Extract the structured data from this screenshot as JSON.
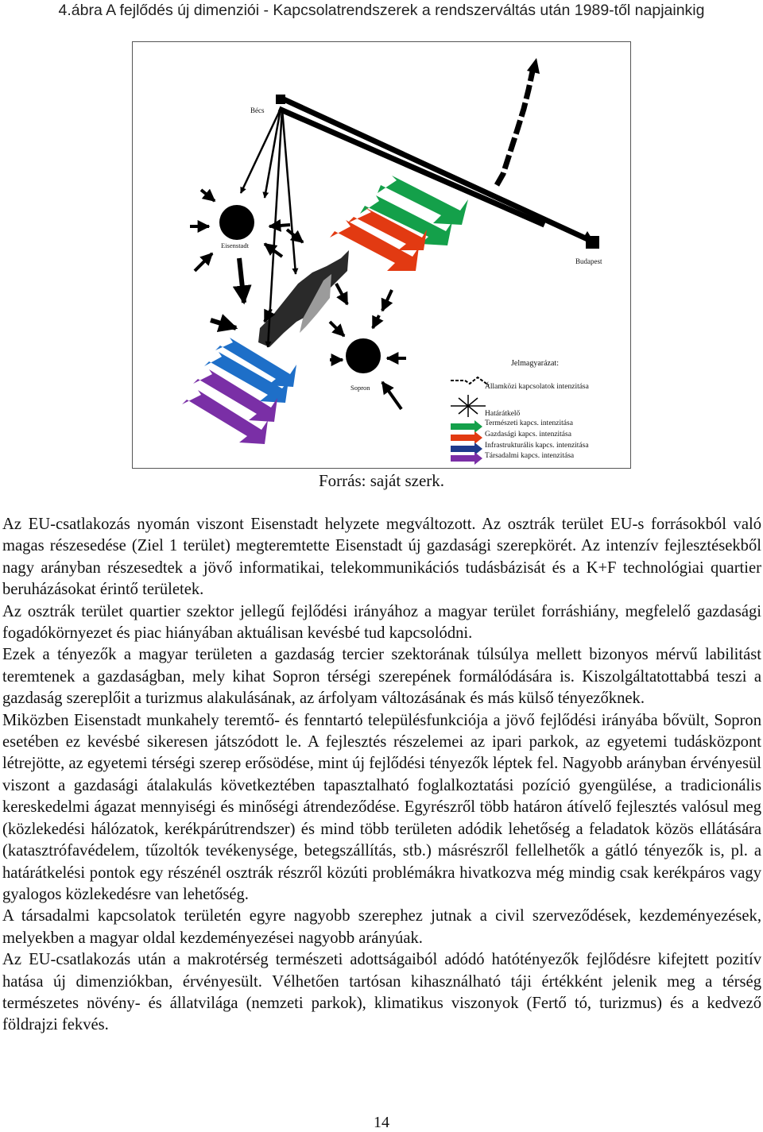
{
  "document": {
    "figure_title": "4.ábra A fejlődés új dimenziói - Kapcsolatrendszerek a rendszerváltás után 1989-től napjainkig",
    "caption": "Forrás: saját szerk.",
    "page_number": "14"
  },
  "figure": {
    "labels": {
      "becs": "Bécs",
      "eisenstadt": "Eisenstadt",
      "sopron": "Sopron",
      "budapest": "Budapest"
    },
    "legend": {
      "title": "Jelmagyarázat:",
      "state_relations": "Államközi kapcsolatok intenzitása",
      "border_crossing": "Határátkelő",
      "natural": "Természeti kapcs. intenzitása",
      "economic": "Gazdasági kapcs. intenzitása",
      "infrastructure": "Infrastrukturális kapcs. intenzitása",
      "social": "Társadalmi kapcs. intenzitása"
    },
    "colors": {
      "natural": "#14a04a",
      "economic": "#e23a12",
      "infrastructure": "#1e6fc8",
      "social": "#7a2fa6",
      "state": "#000000"
    }
  },
  "paragraphs": [
    "Az EU-csatlakozás nyomán viszont Eisenstadt helyzete megváltozott. Az osztrák terület EU-s forrásokból való magas részesedése (Ziel 1 terület) megteremtette Eisenstadt új gazdasági szerepkörét. Az intenzív fejlesztésekből nagy arányban részesedtek a jövő informatikai, telekommunikációs tudásbázisát és a K+F technológiai quartier beruházásokat érintő területek.",
    "Az osztrák terület quartier szektor jellegű fejlődési irányához a magyar terület forráshiány, megfelelő gazdasági fogadókörnyezet és piac hiányában aktuálisan kevésbé tud kapcsolódni.",
    "Ezek a tényezők a magyar területen a gazdaság tercier szektorának túlsúlya mellett bizonyos mérvű labilitást teremtenek a gazdaságban, mely kihat Sopron térségi szerepének formálódására is. Kiszolgáltatottabbá teszi a gazdaság szereplőit a turizmus alakulásának, az árfolyam változásának és más külső tényezőknek.",
    "Miközben Eisenstadt munkahely teremtő- és fenntartó településfunkciója a jövő fejlődési irányába bővült, Sopron esetében ez kevésbé sikeresen játszódott le. A fejlesztés részelemei az ipari parkok, az egyetemi tudásközpont létrejötte, az egyetemi térségi szerep erősödése, mint új fejlődési tényezők léptek fel. Nagyobb arányban érvényesül viszont a gazdasági átalakulás következtében tapasztalható foglalkoztatási pozíció gyengülése, a tradicionális kereskedelmi ágazat mennyiségi és minőségi átrendeződése. Egyrészről több határon átívelő fejlesztés valósul meg (közlekedési hálózatok, kerékpárútrendszer) és mind több területen adódik lehetőség a feladatok közös ellátására (katasztrófavédelem, tűzoltók tevékenysége, betegszállítás, stb.) másrészről fellelhetők a gátló tényezők is, pl. a határátkelési pontok egy részénél osztrák részről közúti problémákra hivatkozva még mindig csak kerékpáros vagy gyalogos közlekedésre van lehetőség.",
    "A társadalmi kapcsolatok területén egyre nagyobb szerephez jutnak a civil szerveződések, kezdeményezések, melyekben a magyar oldal kezdeményezései nagyobb arányúak.",
    "Az EU-csatlakozás után a makrotérség természeti adottságaiból adódó hatótényezők fejlődésre kifejtett pozitív hatása új dimenziókban, érvényesült. Vélhetően tartósan kihasználható táji értékként jelenik meg a térség természetes növény- és állatvilága (nemzeti parkok), klimatikus viszonyok (Fertő tó, turizmus) és a kedvező földrajzi fekvés."
  ]
}
